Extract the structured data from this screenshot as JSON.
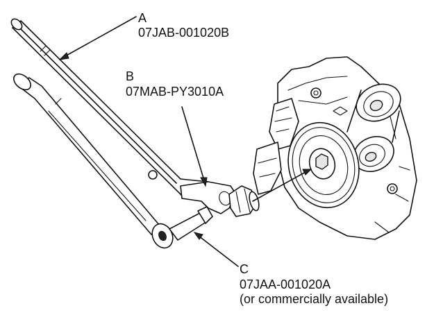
{
  "callouts": {
    "a": {
      "letter": "A",
      "part_number": "07JAB-001020B"
    },
    "b": {
      "letter": "B",
      "part_number": "07MAB-PY3010A"
    },
    "c": {
      "letter": "C",
      "part_number": "07JAA-001020A",
      "note": "(or commercially available)"
    }
  },
  "icons": {
    "handle_a": "breaker-bar-drawing",
    "handle_b": "offset-adapter-drawing",
    "handle_c": "extension-bar-drawing",
    "engine": "crankshaft-pulley-engine-drawing"
  }
}
